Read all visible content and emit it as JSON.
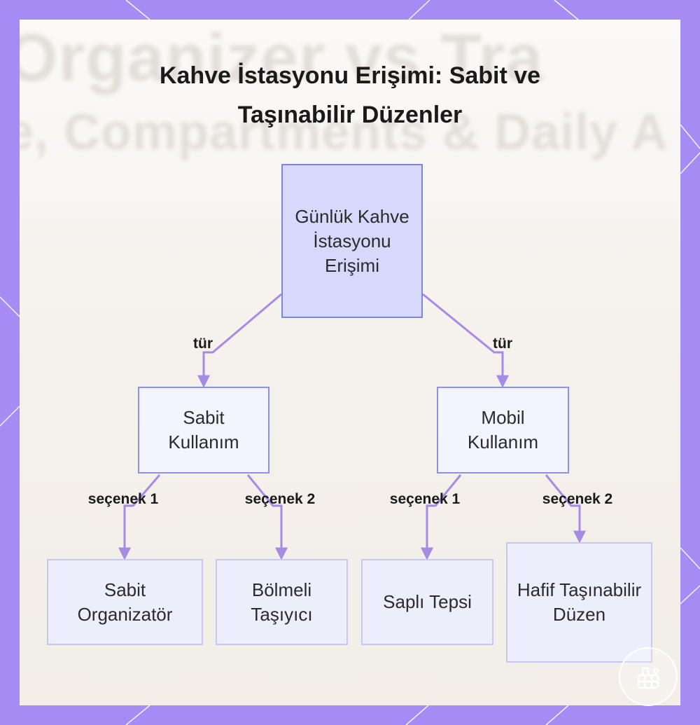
{
  "title": {
    "line1": "Kahve İstasyonu Erişimi: Sabit ve",
    "line2": "Taşınabilir Düzenler"
  },
  "background_text": {
    "line1": "Organizer vs Tra",
    "line2": "e, Compartments & Daily A"
  },
  "nodes": {
    "root": "Günlük Kahve İstasyonu Erişimi",
    "fixed": "Sabit Kullanım",
    "mobile": "Mobil Kullanım",
    "fixed_organizer": "Sabit Organizatör",
    "compartment_carrier": "Bölmeli Taşıyıcı",
    "handled_tray": "Saplı Tepsi",
    "light_portable": "Hafif Taşınabilir Düzen"
  },
  "edges": {
    "root_to_fixed": "tür",
    "root_to_mobile": "tür",
    "fixed_opt1": "seçenek 1",
    "fixed_opt2": "seçenek 2",
    "mobile_opt1": "seçenek 1",
    "mobile_opt2": "seçenek 2"
  },
  "colors": {
    "frame": "#a48cf4",
    "edge_line": "#a58ae6",
    "root_fill": "#d6d9fc",
    "node_border": "#8c94e0"
  }
}
